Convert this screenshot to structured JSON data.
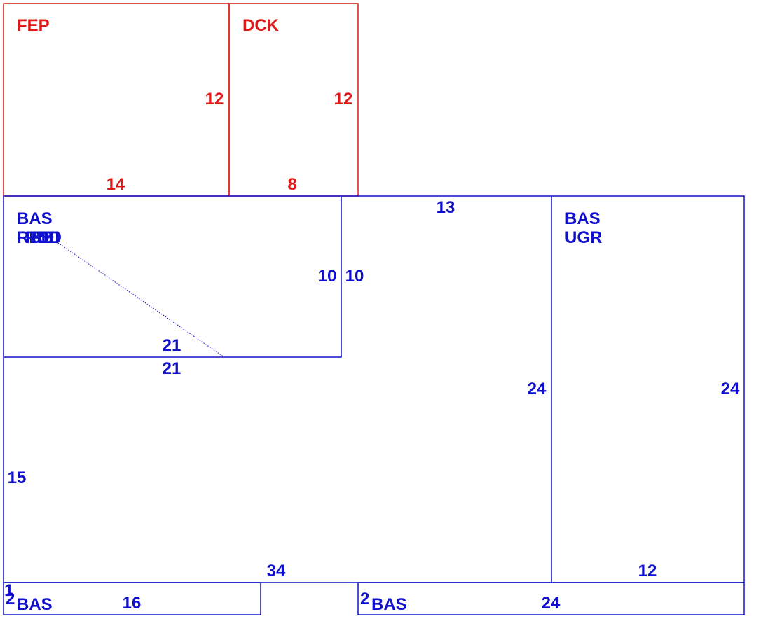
{
  "colors": {
    "upper": "#e01818",
    "main": "#1010cc"
  },
  "areas": {
    "fep": {
      "code": "FEP",
      "dim_width": "14",
      "dim_height": "12"
    },
    "dck": {
      "code": "DCK",
      "dim_width": "8",
      "dim_height": "12"
    },
    "bas_top_left": {
      "code": "BAS",
      "sub_codes": [
        "RBB",
        "RDD",
        "REI"
      ],
      "dim_width": "21",
      "dim_height": "10"
    },
    "main_middle": {
      "dim_top": "13",
      "dim_left_inner": "10",
      "dim_right": "24",
      "dim_inner_width": "21",
      "dim_left": "15",
      "dim_bottom": "34"
    },
    "bas_ugr": {
      "code": "BAS",
      "sub_code": "UGR",
      "dim_height": "24",
      "dim_bottom": "12"
    },
    "bas_strip_left": {
      "code": "BAS",
      "dim_width": "16",
      "dim_height": "2",
      "dim_small": "1"
    },
    "bas_strip_right": {
      "code": "BAS",
      "dim_width": "24",
      "dim_height": "2"
    }
  }
}
